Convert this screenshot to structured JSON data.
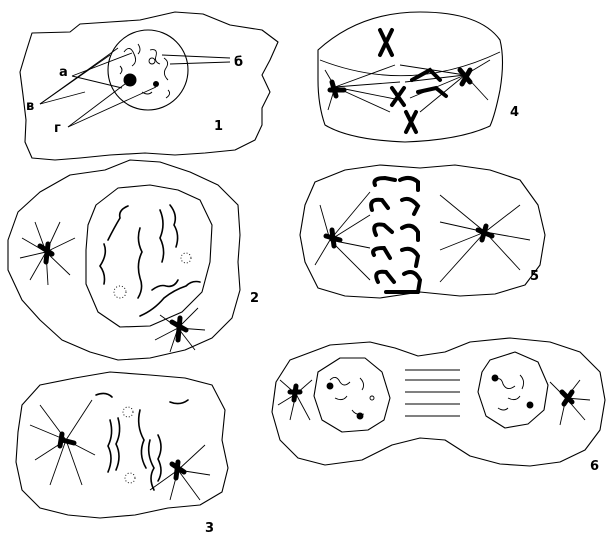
{
  "figure": {
    "panels": [
      {
        "number": "1"
      },
      {
        "number": "2"
      },
      {
        "number": "3"
      },
      {
        "number": "4"
      },
      {
        "number": "5"
      },
      {
        "number": "6"
      }
    ],
    "part_labels": {
      "a": "а",
      "b": "б",
      "v": "в",
      "g": "г"
    }
  }
}
